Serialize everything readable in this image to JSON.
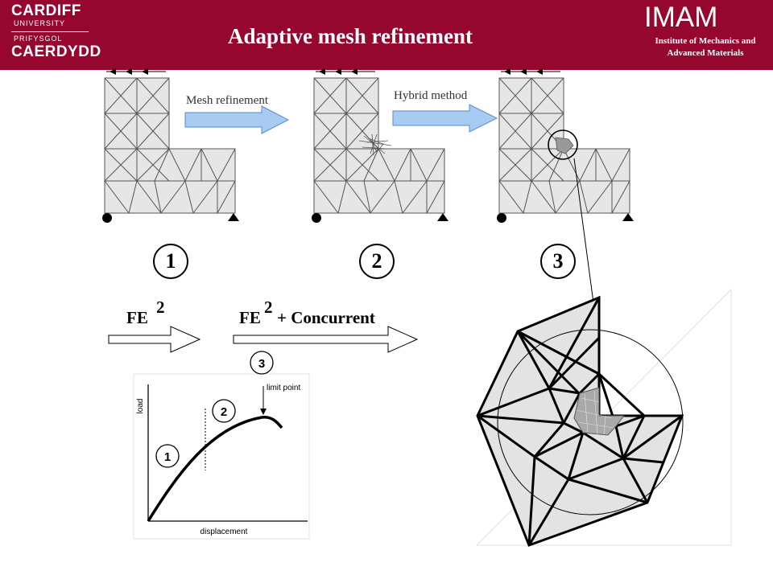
{
  "header": {
    "bg_color": "#96072f",
    "title": "Adaptive mesh refinement",
    "logo": {
      "line1": "CARDIFF",
      "line2": "UNIVERSITY",
      "line3": "PRIFYSGOL",
      "line4": "CAERDYDD"
    },
    "imam": {
      "acronym": "IMAM",
      "line1": "Institute of Mechanics and",
      "line2": "Advanced Materials"
    }
  },
  "diagram": {
    "arrow1_label": "Mesh refinement",
    "arrow2_label": "Hybrid method",
    "steps": [
      "1",
      "2",
      "3"
    ],
    "fe_label": "FE",
    "fe_sup": "2",
    "fe2_label": "FE",
    "fe2_sup": "2",
    "fe2_suffix": "+ Concurrent",
    "arrow_fill": "#a8cbf2"
  },
  "plot": {
    "ylabel": "load",
    "xlabel": "displacement",
    "annotation": "limit point",
    "regions": [
      "1",
      "2",
      "3"
    ]
  }
}
